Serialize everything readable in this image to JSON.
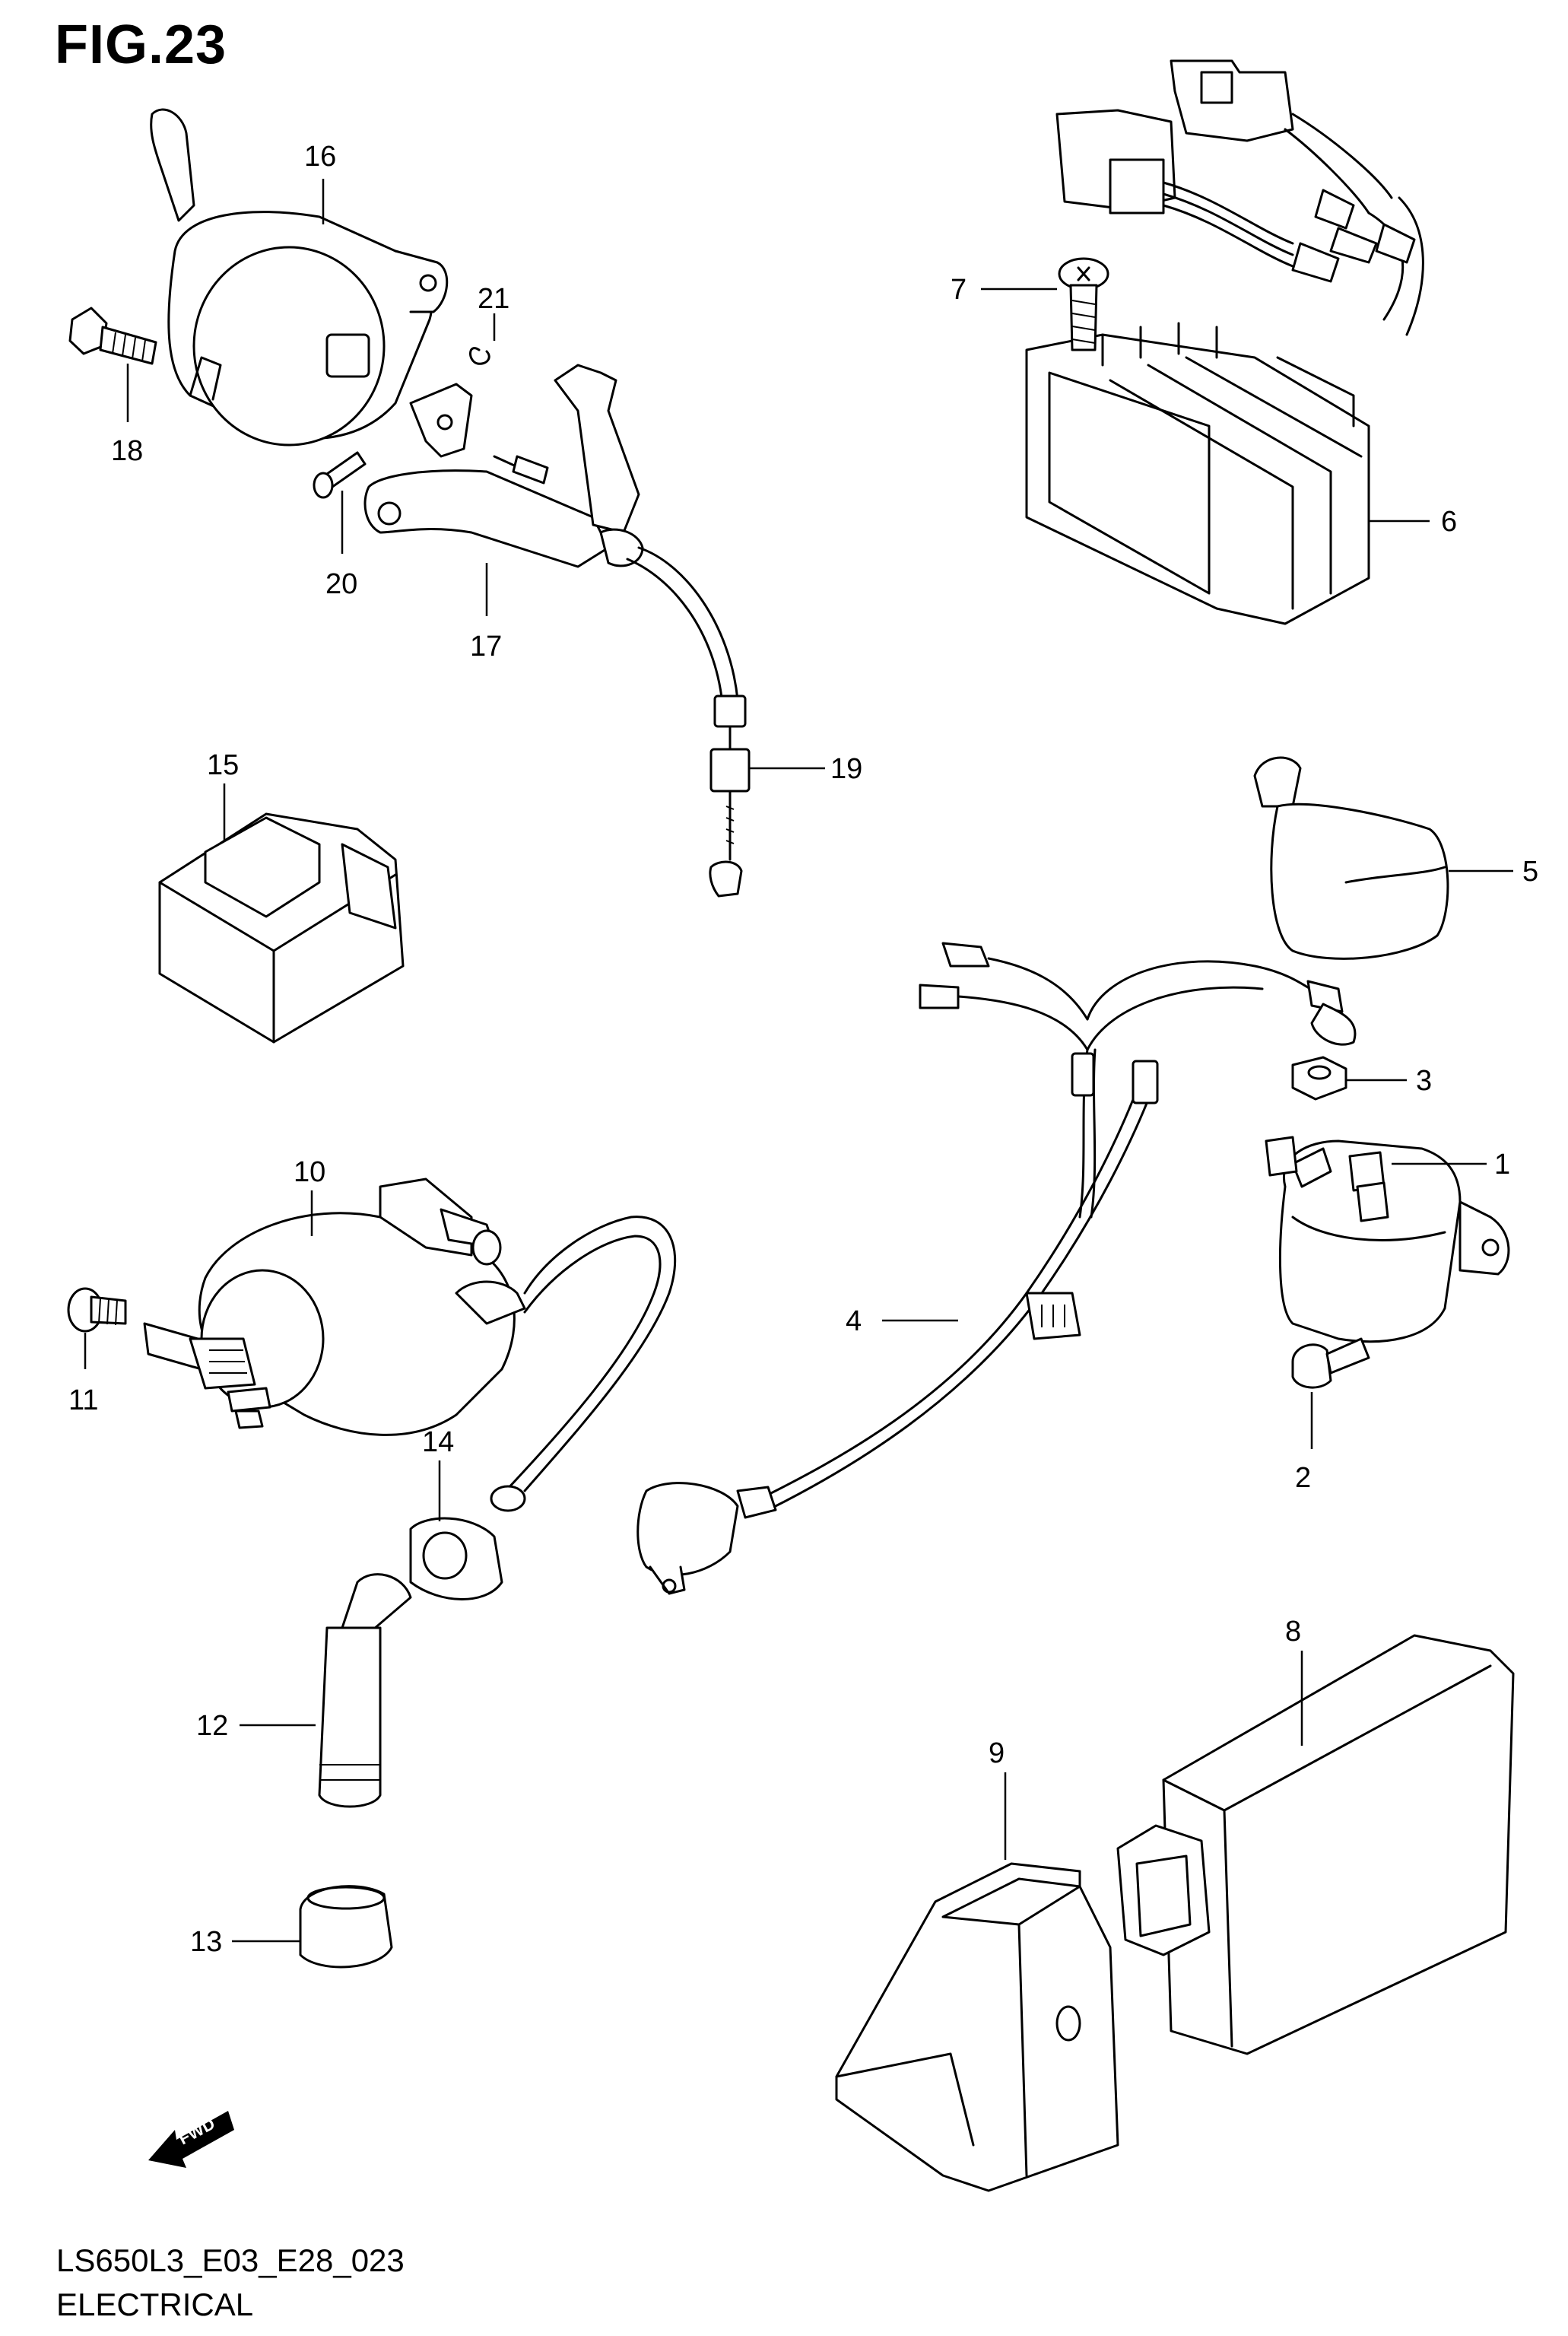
{
  "figure_label": "FIG.23",
  "model_code": "LS650L3_E03_E28_023",
  "section_name": "ELECTRICAL",
  "fwd_label": "FWD",
  "callouts": {
    "c1": "1",
    "c2": "2",
    "c3": "3",
    "c4": "4",
    "c5": "5",
    "c6": "6",
    "c7": "7",
    "c8": "8",
    "c9": "9",
    "c10": "10",
    "c11": "11",
    "c12": "12",
    "c13": "13",
    "c14": "14",
    "c15": "15",
    "c16": "16",
    "c17": "17",
    "c18": "18",
    "c19": "19",
    "c20": "20",
    "c21": "21"
  }
}
